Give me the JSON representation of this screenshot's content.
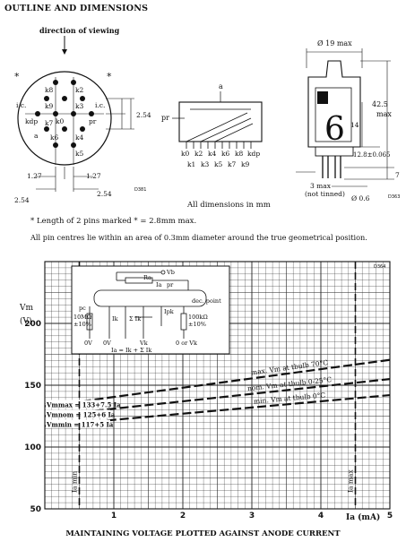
{
  "heading": "OUTLINE AND DIMENSIONS",
  "base_view": {
    "direction_label": "direction of viewing",
    "asterisk": "*",
    "pins": [
      "k8",
      "k9",
      "k2",
      "k7",
      "k3",
      "k0",
      "kdp",
      "pr",
      "a",
      "k6",
      "k4",
      "k5"
    ],
    "ic_label": "i.c.",
    "dim_127": "1.27",
    "dim_254": "2.54",
    "code": "D381"
  },
  "side_view": {
    "a_label": "a",
    "pr_label": "pr",
    "pins_top": [
      "k0",
      "k2",
      "k4",
      "k6",
      "k8",
      "kdp"
    ],
    "pins_bottom": [
      "k1",
      "k3",
      "k5",
      "k7",
      "k9"
    ]
  },
  "tube_view": {
    "dia_top": "Ø 19 max",
    "height_max": "42.5",
    "max_label": "max",
    "dim_14": "14",
    "dim_128": "12.8±0.065",
    "dim_7": "7",
    "dim_3max": "3 max",
    "not_tinned": "(not tinned)",
    "dia_pin": "Ø 0.6",
    "digit": "6",
    "code": "D363"
  },
  "dim_note": "All dimensions in mm",
  "note1": "* Length of 2 pins marked * = 2.8mm max.",
  "note2": "All pin centres lie within an area of 0.3mm diameter around the true geometrical position.",
  "chart_data": {
    "type": "line",
    "code": "D364",
    "ylabel": "Vm",
    "yunit": "(V)",
    "xlabel": "Ia (mA)",
    "xlim": [
      0,
      5
    ],
    "ylim": [
      50,
      250
    ],
    "xticks": [
      "1",
      "2",
      "3",
      "4",
      "5"
    ],
    "yticks": [
      "50",
      "100",
      "150",
      "200"
    ],
    "series": [
      {
        "name": "max. Vm at tbulb 70°C",
        "formula": "Vmmax = 133+7.5 Ia",
        "x": [
          0,
          5
        ],
        "y": [
          133,
          170.5
        ]
      },
      {
        "name": "nom. Vm at tbulb 0-25°C",
        "formula": "Vmnom = 125+6 Ia",
        "x": [
          0,
          5
        ],
        "y": [
          125,
          155
        ]
      },
      {
        "name": "min. Vm at tbulb 0°C",
        "formula": "Vmmin = 117+5 Ia",
        "x": [
          0,
          5
        ],
        "y": [
          117,
          142
        ]
      }
    ],
    "markers": [
      {
        "label": "Ia min",
        "x": 0.5
      },
      {
        "label": "Ia max",
        "x": 4.5
      }
    ],
    "inset": {
      "ra": "Ra",
      "vb": "Vb",
      "ia": "Ia",
      "pr": "pr",
      "pc": "pc",
      "dec_point": "dec. point",
      "r1": "10MΩ",
      "r1_tol": "±10%",
      "r2": "100kΩ",
      "r2_tol": "±10%",
      "ik": "Ik",
      "sum_ik": "Σ Ik",
      "ipk": "Ipk",
      "v0": "0V",
      "vk": "Vk",
      "v_or": "0 or Vk",
      "equation": "Ia = Ik + Σ Ik"
    }
  },
  "caption": "MAINTAINING VOLTAGE PLOTTED AGAINST ANODE CURRENT"
}
